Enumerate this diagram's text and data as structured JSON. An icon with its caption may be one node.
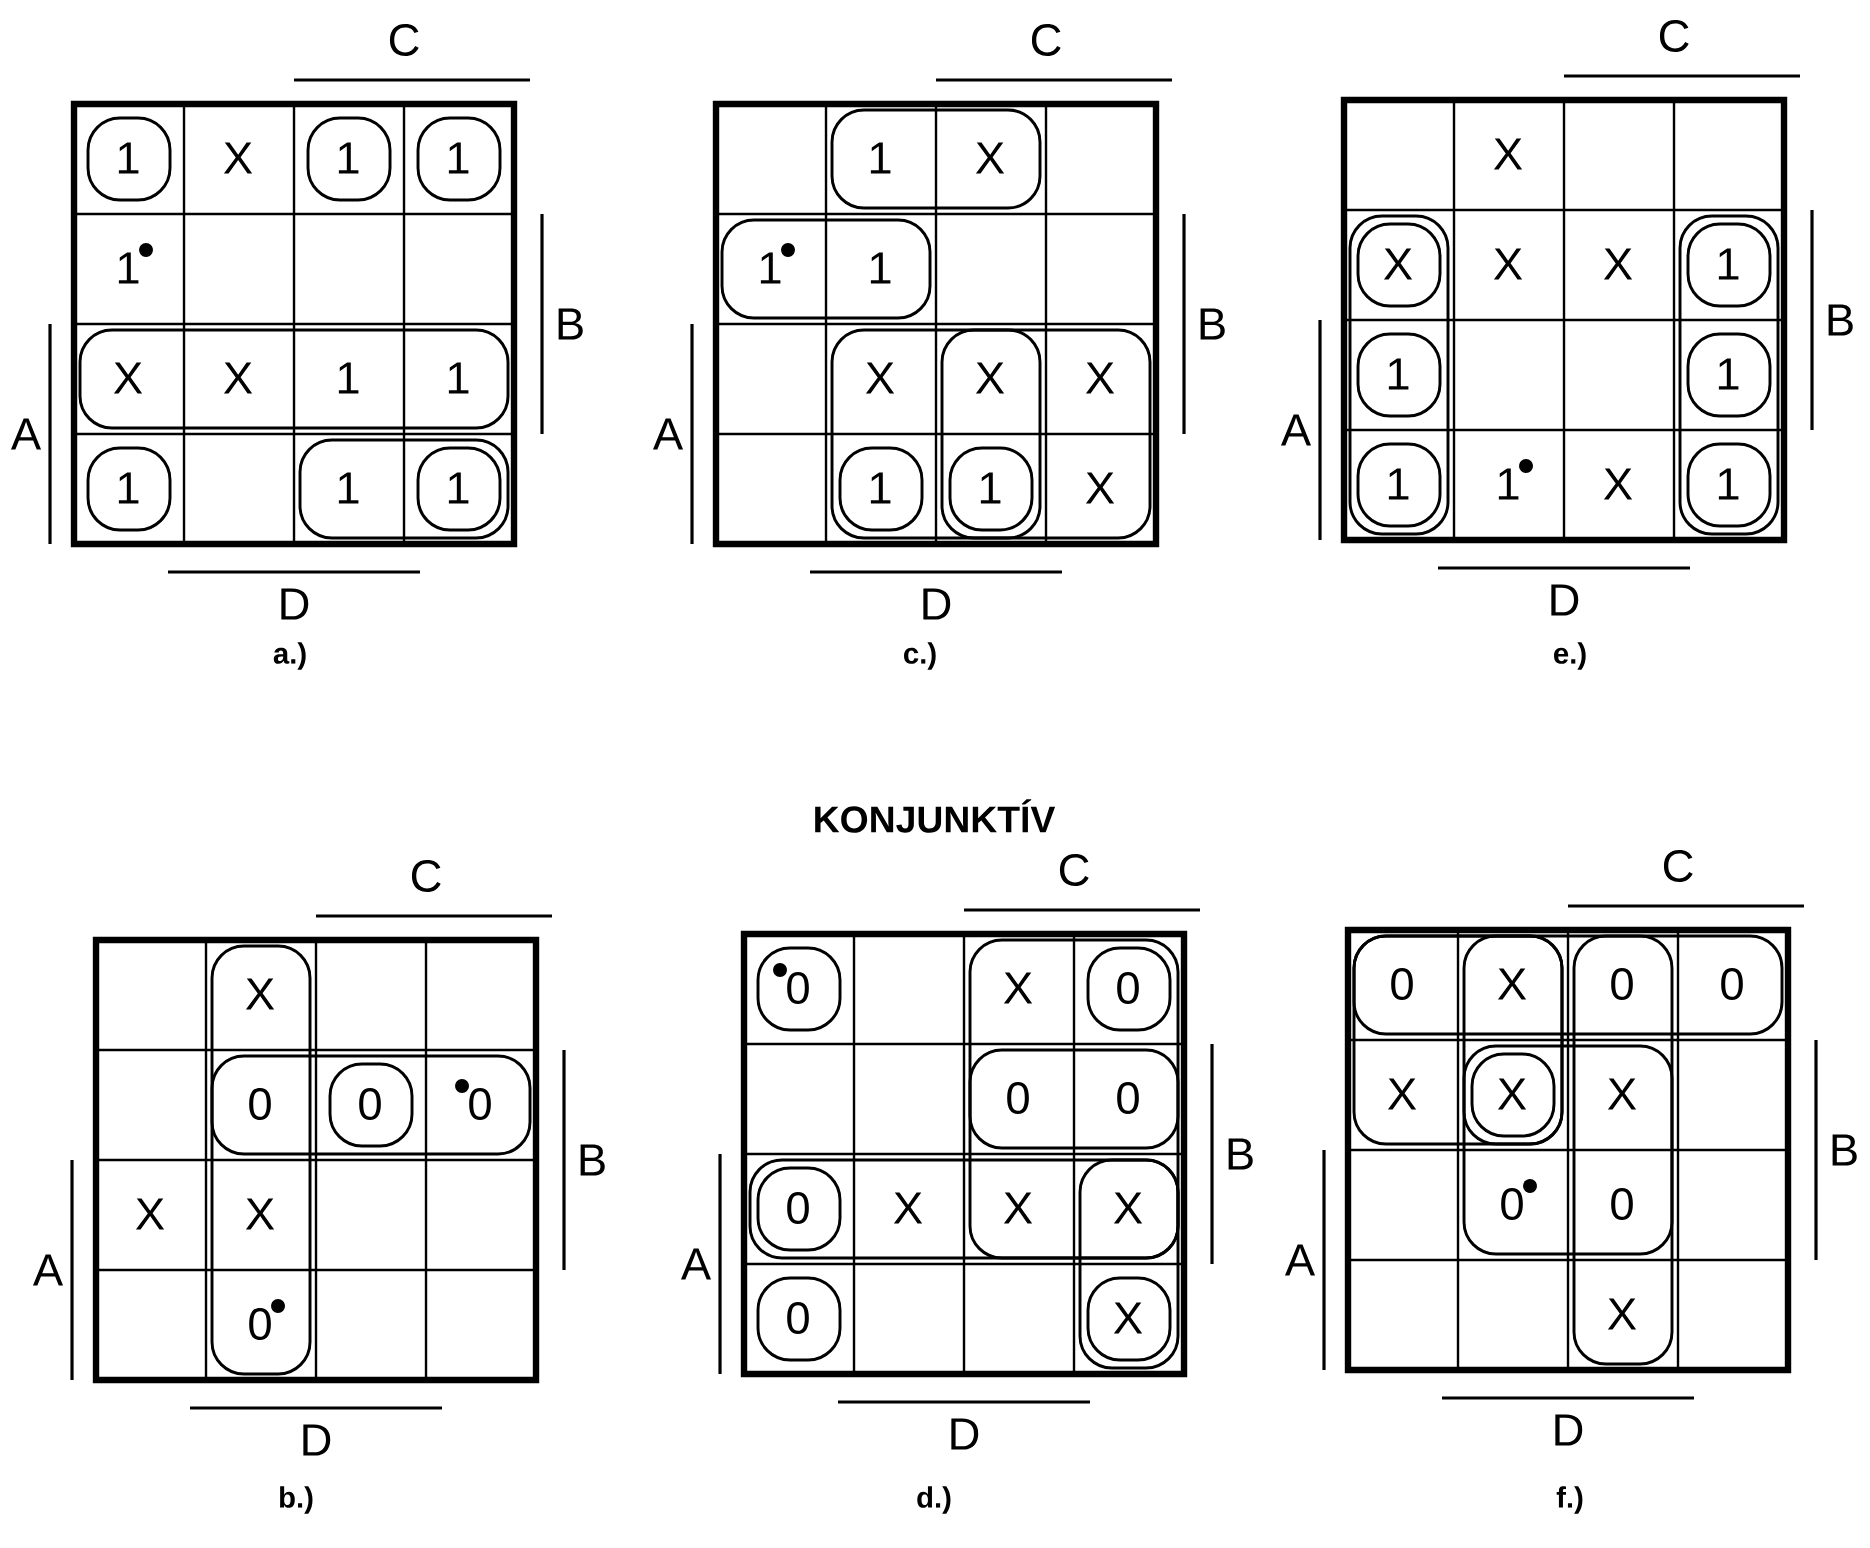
{
  "diagram": {
    "title": "KONJUNKTÍV",
    "nodes": [
      {
        "text": [
          "a.)"
        ]
      },
      {
        "text": [
          "c.)"
        ]
      },
      {
        "text": [
          "e.)"
        ]
      },
      {
        "text": [
          "b.)"
        ]
      },
      {
        "text": [
          "d.)"
        ]
      },
      {
        "text": [
          "f.)"
        ]
      }
    ],
    "labels": [
      "C",
      "1",
      "X",
      "1",
      "1",
      "1",
      "X",
      "X",
      "1",
      "1",
      "1",
      "1",
      "1",
      "B",
      "A",
      "D",
      "C",
      "1",
      "X",
      "1",
      "1",
      "X",
      "X",
      "X",
      "1",
      "1",
      "X",
      "B",
      "A",
      "D",
      "C",
      "X",
      "X",
      "X",
      "X",
      "1",
      "1",
      "1",
      "1",
      "1",
      "X",
      "1",
      "B",
      "A",
      "D",
      "C",
      "X",
      "0",
      "0",
      "0",
      "X",
      "X",
      "0",
      "B",
      "A",
      "D",
      "C",
      "0",
      "X",
      "0",
      "0",
      "0",
      "0",
      "X",
      "X",
      "X",
      "0",
      "X",
      "B",
      "A",
      "D",
      "C",
      "0",
      "X",
      "0",
      "0",
      "X",
      "X",
      "X",
      "0",
      "0",
      "X",
      "B",
      "A",
      "D"
    ]
  }
}
